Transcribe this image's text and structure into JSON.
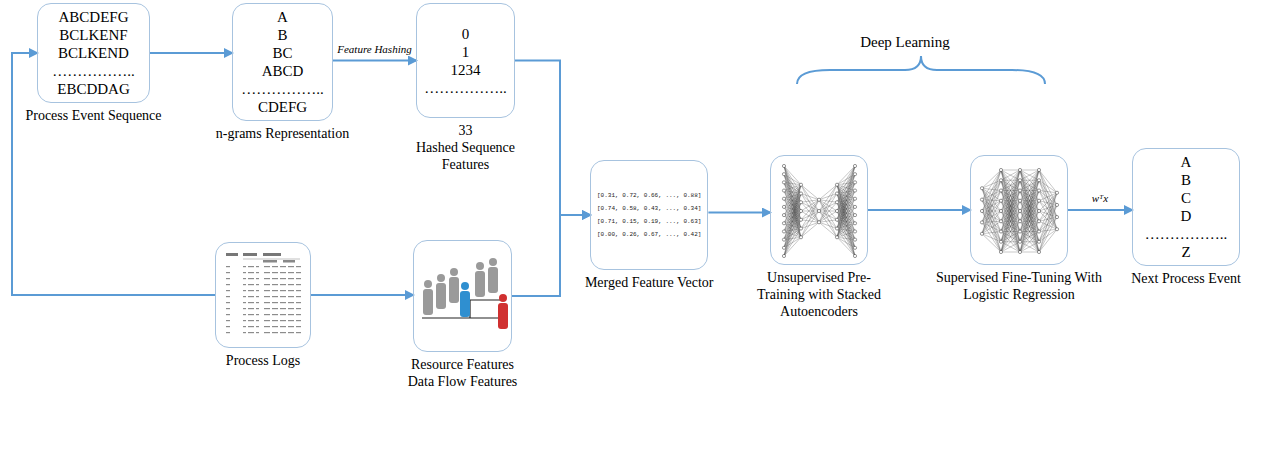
{
  "diagram": {
    "nodes": [
      {
        "text": [
          "ABCDEFG",
          "BCLKENF",
          "BCLKEND",
          "……………..",
          "EBCDDAG",
          "Process Event Sequence"
        ]
      },
      {
        "text": [
          "A",
          "B",
          "BC",
          "ABCD",
          "……………..",
          "CDEFG",
          "n-grams Representation"
        ]
      },
      {
        "text": [
          "0",
          "1",
          "1234",
          "……………..",
          "33",
          "Hashed Sequence Features"
        ]
      },
      {
        "text": [
          "Process Logs"
        ]
      },
      {
        "text": [
          "Resource Features",
          "Data Flow Features"
        ]
      },
      {
        "text": [
          "[0.31, 0.72, 0.66, ..., 0.88]",
          "[0.74, 0.58, 0.43, ..., 0.34]",
          "[0.71, 0.15, 0.19, ..., 0.63]",
          "[0.00, 0.26, 0.67, ..., 0.42]",
          "Merged Feature Vector"
        ]
      },
      {
        "text": [
          "Unsupervised Pre-Training with Stacked Autoencoders"
        ]
      },
      {
        "text": [
          "Supervised Fine-Tuning With Logistic Regression"
        ]
      },
      {
        "text": [
          "A",
          "B",
          "C",
          "D",
          "……………..",
          "Z",
          "Next Process Event"
        ]
      }
    ],
    "edges": [
      {
        "from": 0,
        "to": 1,
        "arrow": "to"
      },
      {
        "from": 1,
        "to": 2,
        "label": "Feature Hashing",
        "arrow": "to"
      },
      {
        "from": 3,
        "to": 0,
        "arrow": "to"
      },
      {
        "from": 3,
        "to": 4,
        "arrow": "to"
      },
      {
        "from": 2,
        "to": 5,
        "arrow": "to"
      },
      {
        "from": 4,
        "to": 5,
        "arrow": "to"
      },
      {
        "from": 5,
        "to": 6,
        "arrow": "to"
      },
      {
        "from": 6,
        "to": 7,
        "arrow": "to"
      },
      {
        "from": 7,
        "to": 8,
        "label": "wᵀx",
        "arrow": "to"
      }
    ],
    "labels": [
      "Deep Learning"
    ]
  }
}
